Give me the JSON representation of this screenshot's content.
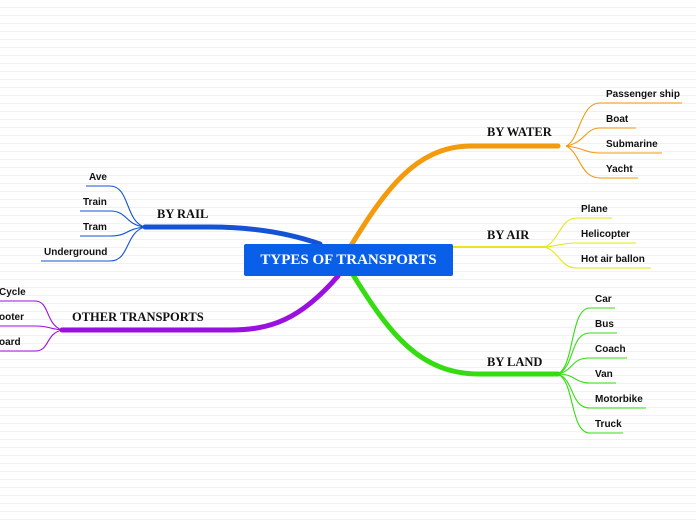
{
  "central": {
    "label": "TYPES OF TRANSPORTS",
    "color": "#0a5fe8"
  },
  "branches": {
    "water": {
      "label": "BY WATER",
      "color": "#f39a0d",
      "items": [
        "Passenger ship",
        "Boat",
        "Submarine",
        "Yacht"
      ]
    },
    "air": {
      "label": "BY AIR",
      "color": "#e6e61a",
      "items": [
        "Plane",
        "Helicopter",
        "Hot air ballon"
      ]
    },
    "land": {
      "label": "BY LAND",
      "color": "#33dd10",
      "items": [
        "Car",
        "Bus",
        "Coach",
        "Van",
        "Motorbike",
        "Truck"
      ]
    },
    "rail": {
      "label": "BY RAIL",
      "color": "#1452d6",
      "items": [
        "Ave",
        "Train",
        "Tram",
        "Underground"
      ]
    },
    "other": {
      "label": "OTHER TRANSPORTS",
      "color": "#9a10e0",
      "items": [
        "Cycle",
        "ooter",
        "oard"
      ]
    }
  }
}
